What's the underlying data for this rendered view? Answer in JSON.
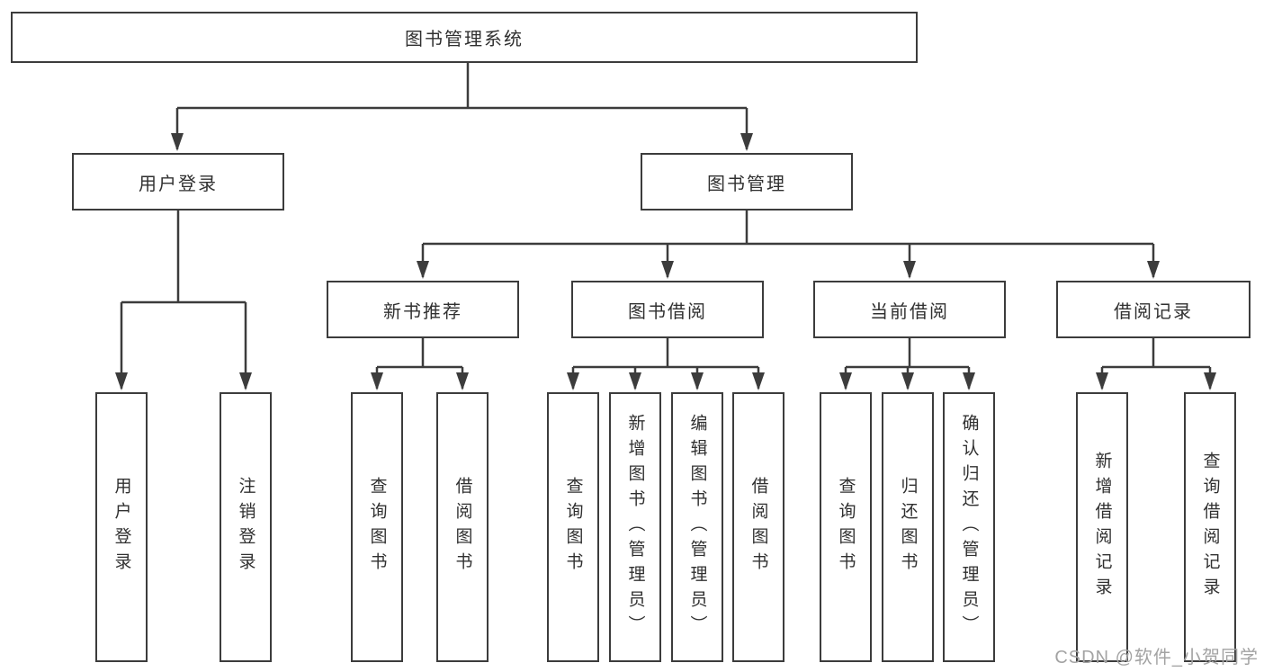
{
  "tree": {
    "root": {
      "label": "图书管理系统"
    },
    "branches": [
      {
        "label": "用户登录",
        "children": [
          {
            "label": "用户登录"
          },
          {
            "label": "注销登录"
          }
        ]
      },
      {
        "label": "图书管理",
        "children": [
          {
            "label": "新书推荐",
            "children": [
              {
                "label": "查询图书"
              },
              {
                "label": "借阅图书"
              }
            ]
          },
          {
            "label": "图书借阅",
            "children": [
              {
                "label": "查询图书"
              },
              {
                "label": "新增图书（管理员）"
              },
              {
                "label": "编辑图书（管理员）"
              },
              {
                "label": "借阅图书"
              }
            ]
          },
          {
            "label": "当前借阅",
            "children": [
              {
                "label": "查询图书"
              },
              {
                "label": "归还图书"
              },
              {
                "label": "确认归还（管理员）"
              }
            ]
          },
          {
            "label": "借阅记录",
            "children": [
              {
                "label": "新增借阅记录"
              },
              {
                "label": "查询借阅记录"
              }
            ]
          }
        ]
      }
    ]
  },
  "watermark": "CSDN @软件_小贺同学",
  "colors": {
    "line": "#3c3c3c",
    "text": "#303030",
    "watermark": "#a3a3a3",
    "background": "#ffffff"
  }
}
